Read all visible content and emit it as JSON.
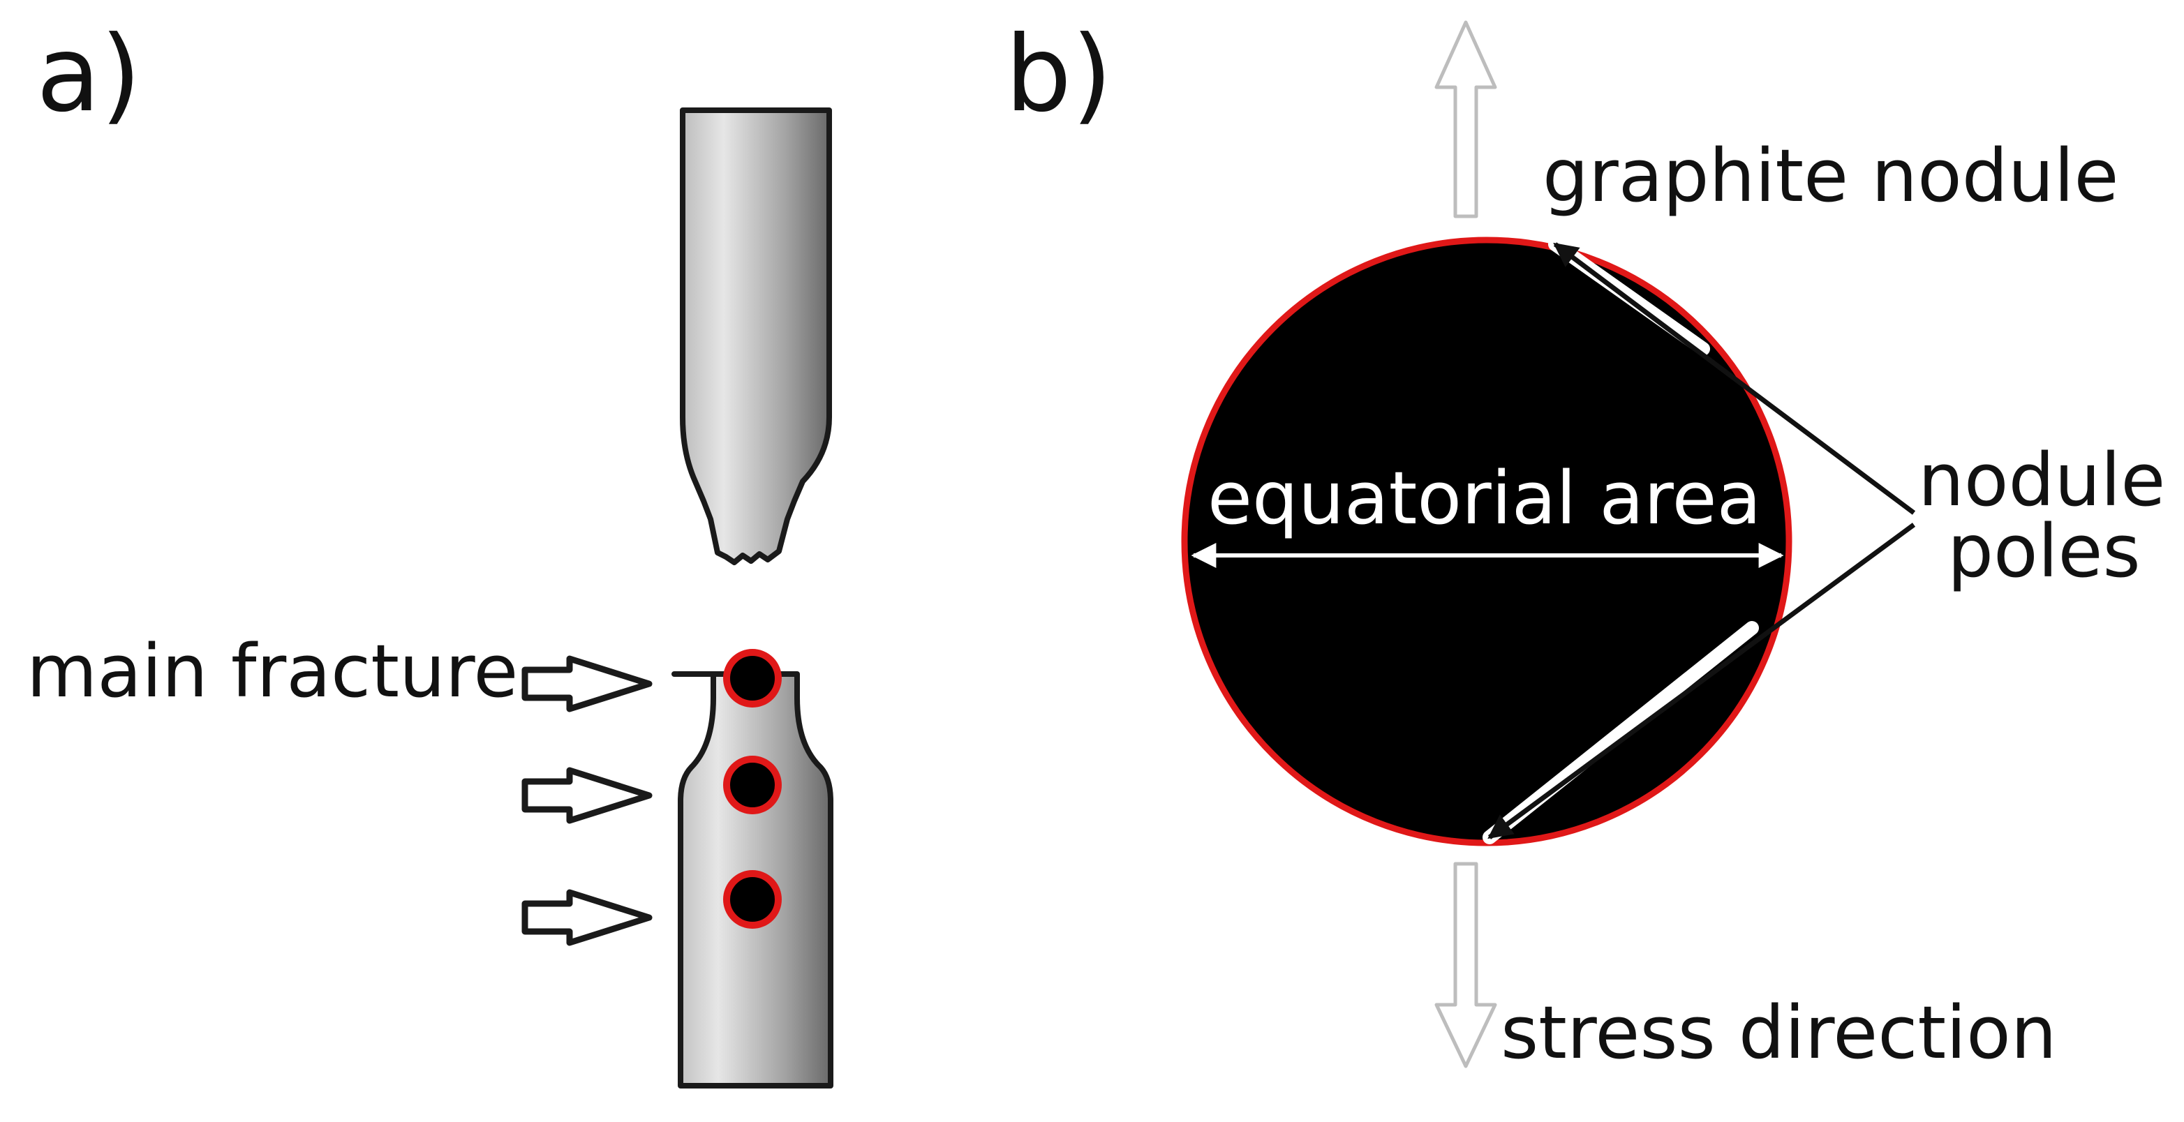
{
  "panels": {
    "a": {
      "label": "a)",
      "fracture_label": "main fracture"
    },
    "b": {
      "label": "b)",
      "nodule_label": "graphite nodule",
      "equator_label": "equatorial area",
      "poles_label_line1": "nodule",
      "poles_label_line2": "poles",
      "stress_label": "stress direction"
    }
  },
  "colors": {
    "outline": "#1a1a1a",
    "nodule_fill": "#000000",
    "nodule_rim": "#e01818",
    "metal_light": "#ececec",
    "metal_mid": "#b4b4b4",
    "metal_dark": "#6a6a6a",
    "stress_arrow": "#bdbdbd",
    "white": "#ffffff"
  }
}
